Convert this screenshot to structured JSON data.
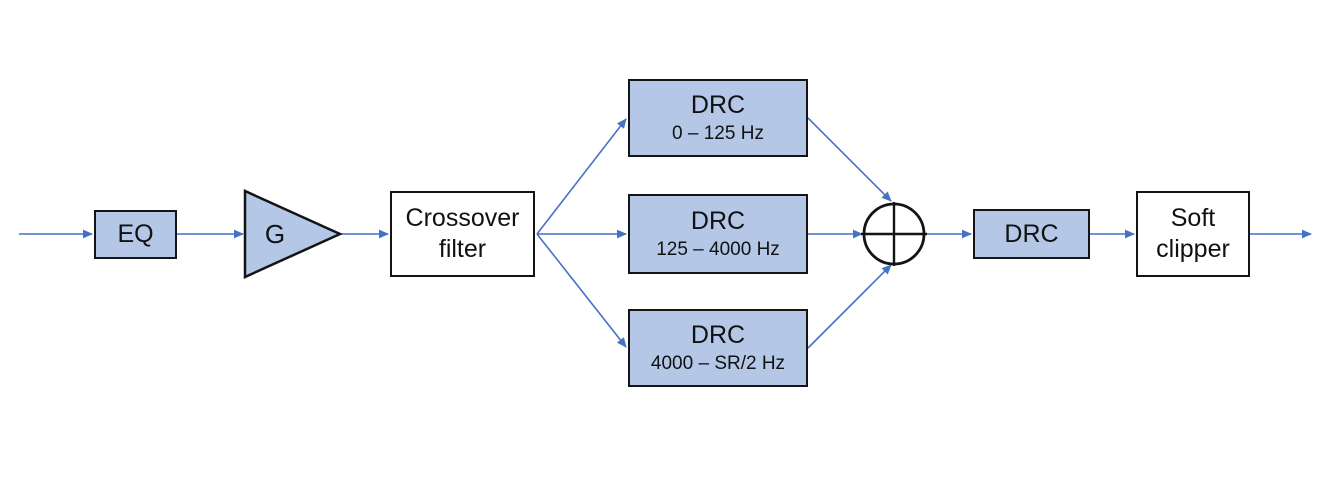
{
  "diagram": {
    "description": "Audio processing block diagram",
    "colors": {
      "block_fill": "#b4c7e7",
      "block_border": "#141414",
      "connector": "#4472c4",
      "text": "#111111",
      "background": "#ffffff"
    },
    "blocks": {
      "eq": {
        "label": "EQ"
      },
      "gain": {
        "label": "G"
      },
      "crossover": {
        "line1": "Crossover",
        "line2": "filter"
      },
      "drc_low": {
        "title": "DRC",
        "subtitle": "0 – 125 Hz"
      },
      "drc_mid": {
        "title": "DRC",
        "subtitle": "125 – 4000 Hz"
      },
      "drc_high": {
        "title": "DRC",
        "subtitle": "4000 – SR/2 Hz"
      },
      "drc_post": {
        "label": "DRC"
      },
      "soft_clipper": {
        "line1": "Soft",
        "line2": "clipper"
      }
    },
    "sum_node": {
      "symbol": "⊕"
    },
    "edges": [
      {
        "from": "input",
        "to": "eq"
      },
      {
        "from": "eq",
        "to": "gain"
      },
      {
        "from": "gain",
        "to": "crossover"
      },
      {
        "from": "crossover",
        "to": "drc_low"
      },
      {
        "from": "crossover",
        "to": "drc_mid"
      },
      {
        "from": "crossover",
        "to": "drc_high"
      },
      {
        "from": "drc_low",
        "to": "sum"
      },
      {
        "from": "drc_mid",
        "to": "sum"
      },
      {
        "from": "drc_high",
        "to": "sum"
      },
      {
        "from": "sum",
        "to": "drc_post"
      },
      {
        "from": "drc_post",
        "to": "soft_clipper"
      },
      {
        "from": "soft_clipper",
        "to": "output"
      }
    ]
  }
}
